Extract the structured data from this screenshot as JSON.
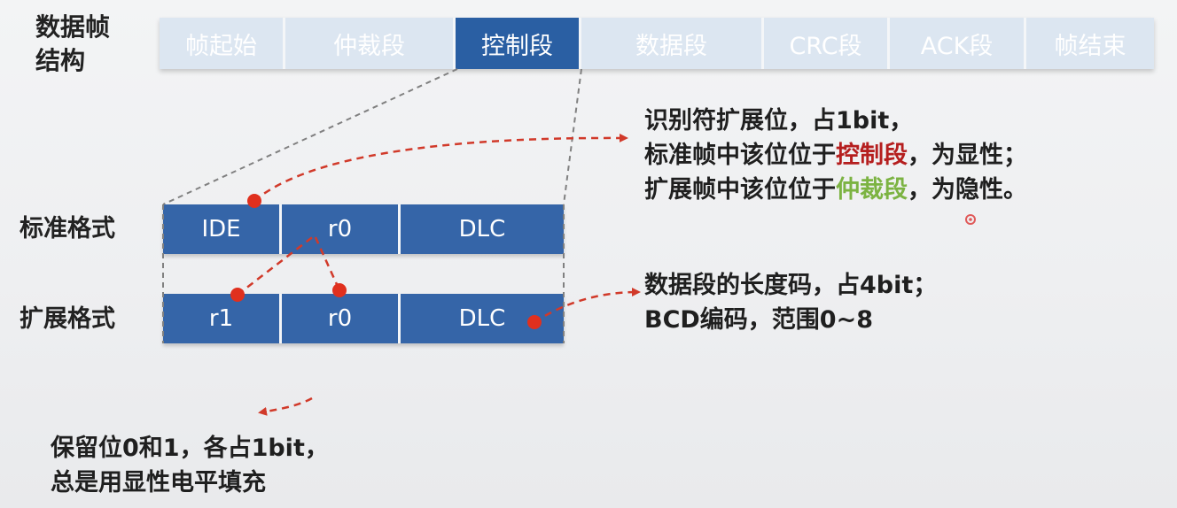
{
  "title_lines": [
    "数据帧",
    "结构"
  ],
  "frame_segments": [
    {
      "label": "帧起始",
      "active": false
    },
    {
      "label": "仲裁段",
      "active": false
    },
    {
      "label": "控制段",
      "active": true
    },
    {
      "label": "数据段",
      "active": false
    },
    {
      "label": "CRC段",
      "active": false
    },
    {
      "label": "ACK段",
      "active": false
    },
    {
      "label": "帧结束",
      "active": false
    }
  ],
  "standard_format": {
    "label": "标准格式",
    "fields": [
      "IDE",
      "r0",
      "DLC"
    ]
  },
  "extended_format": {
    "label": "扩展格式",
    "fields": [
      "r1",
      "r0",
      "DLC"
    ]
  },
  "note_ide": {
    "line1": "识别符扩展位，占1bit，",
    "line2_pre": "标准帧中该位位于",
    "line2_hl": "控制段",
    "line2_post": "，为显性；",
    "line3_pre": "扩展帧中该位位于",
    "line3_hl": "仲裁段",
    "line3_post": "，为隐性。"
  },
  "note_dlc": {
    "line1": "数据段的长度码，占4bit；",
    "line2": "BCD编码，范围0~8"
  },
  "note_reserved": {
    "line1": "保留位0和1，各占1bit，",
    "line2": "总是用显性电平填充"
  },
  "colors": {
    "active_segment": "#2a5fa3",
    "inactive_segment": "#dce6f1",
    "field_block": "#3565a8",
    "arrow": "#d13a2a",
    "highlight_red": "#b51e1e",
    "highlight_green": "#7cb342"
  }
}
